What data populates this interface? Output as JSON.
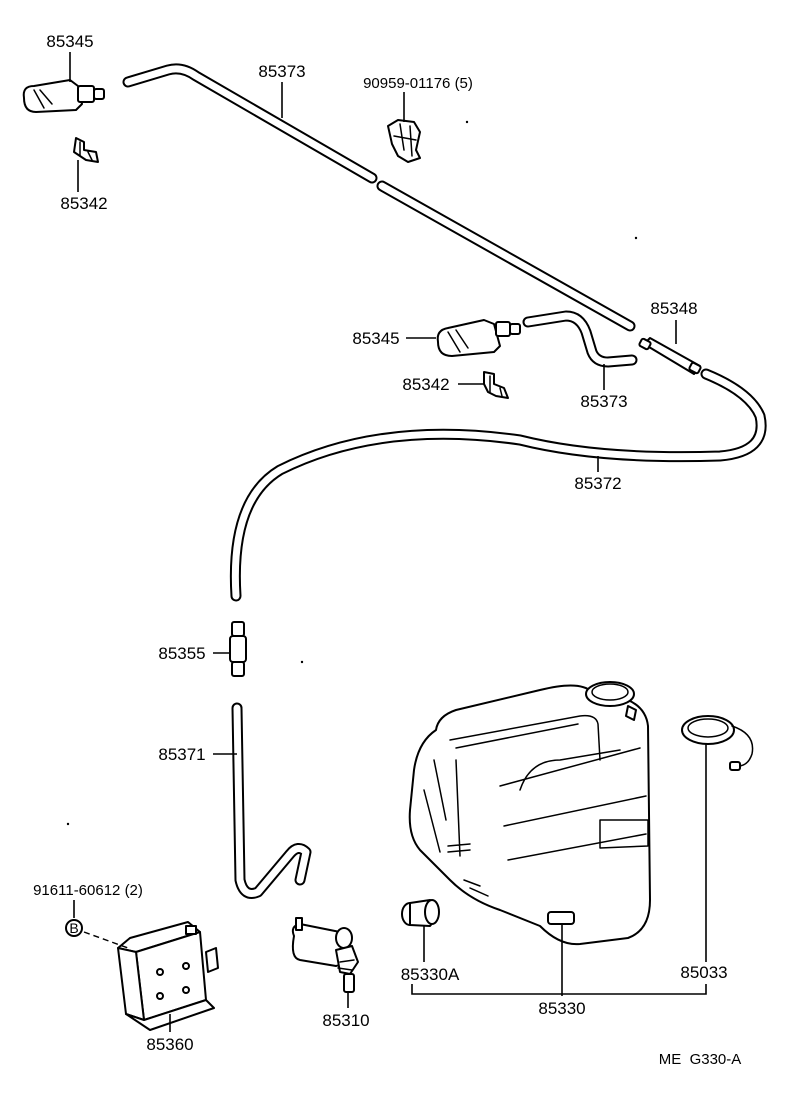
{
  "diagram_code": "ME  G330-A",
  "callouts": {
    "nozzle_left": "85345",
    "hose_top": "85373",
    "clip_bolt": "90959-01176 (5)",
    "clip_left": "85342",
    "valve_joint": "85348",
    "nozzle_right": "85345",
    "clip_right": "85342",
    "hose_right": "85373",
    "hose_long": "85372",
    "hose_joint": "85355",
    "hose_lower": "85371",
    "bolt": "91611-60612 (2)",
    "bolt_symbol": "B",
    "bracket": "85360",
    "pump": "85310",
    "grommet": "85330A",
    "tank": "85330",
    "cap": "85033"
  }
}
